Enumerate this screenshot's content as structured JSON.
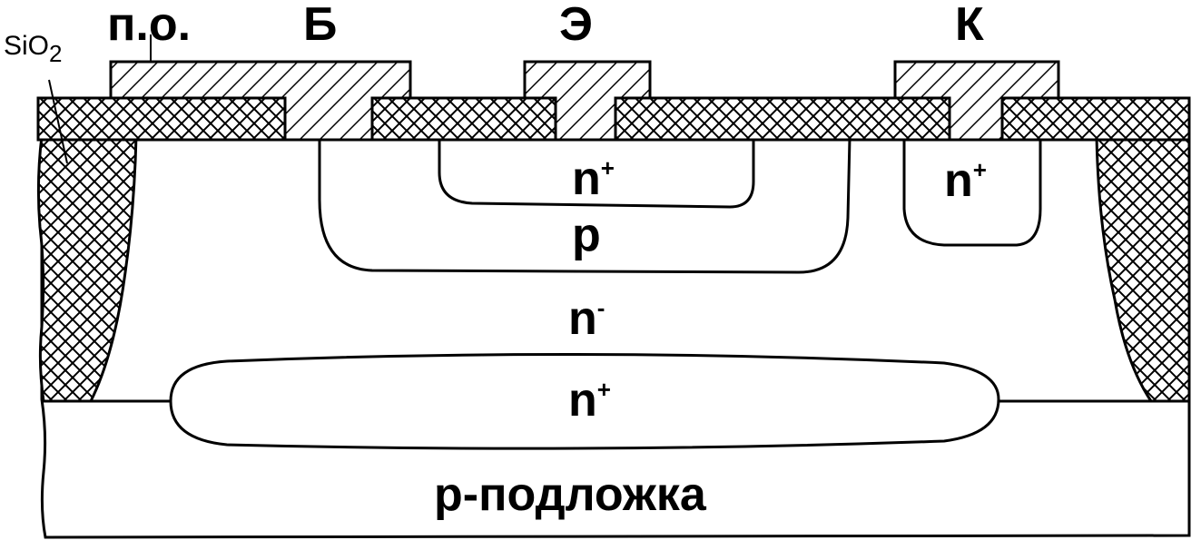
{
  "labels": {
    "oxide": "SiO",
    "oxide_sub": "2",
    "poly": "п.о.",
    "base": "Б",
    "emitter": "Э",
    "collector": "К",
    "emitter_region": "n",
    "emitter_region_sup": "+",
    "collector_contact_region": "n",
    "collector_contact_region_sup": "+",
    "base_region": "p",
    "epi_region": "n",
    "epi_region_sup": "-",
    "buried_layer": "n",
    "buried_layer_sup": "+",
    "substrate": "р-подложка"
  },
  "colors": {
    "stroke": "#000000",
    "background": "#ffffff"
  }
}
